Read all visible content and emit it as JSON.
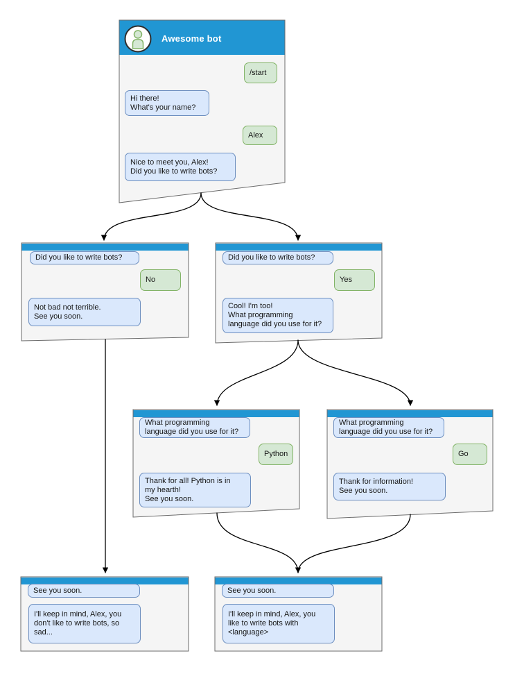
{
  "colors": {
    "header_blue": "#2196d3",
    "window_fill": "#f5f5f5",
    "window_border": "#6b6b6b",
    "bot_bubble_fill": "#dae8fc",
    "bot_bubble_border": "#6c8ebf",
    "user_bubble_fill": "#d5e8d4",
    "user_bubble_border": "#82b366",
    "connector": "#000000",
    "title_text": "#ffffff"
  },
  "icons": {
    "avatar": "person-icon"
  },
  "windows": [
    {
      "id": "start",
      "title": "Awesome bot",
      "messages": [
        {
          "from": "user",
          "text": "/start"
        },
        {
          "from": "bot",
          "text": "Hi there!\nWhat's your name?"
        },
        {
          "from": "user",
          "text": "Alex"
        },
        {
          "from": "bot",
          "text": "Nice to meet you, Alex!\nDid you like to write bots?"
        }
      ]
    },
    {
      "id": "branch-no",
      "messages": [
        {
          "from": "bot",
          "text": "Did you like to write bots?"
        },
        {
          "from": "user",
          "text": "No"
        },
        {
          "from": "bot",
          "text": "Not bad not terrible.\nSee you soon."
        }
      ]
    },
    {
      "id": "branch-yes",
      "messages": [
        {
          "from": "bot",
          "text": "Did you like to write bots?"
        },
        {
          "from": "user",
          "text": "Yes"
        },
        {
          "from": "bot",
          "text": "Cool! I'm too!\nWhat programming\nlanguage did you use for it?"
        }
      ]
    },
    {
      "id": "branch-python",
      "messages": [
        {
          "from": "bot",
          "text": "What programming\nlanguage did you use for it?"
        },
        {
          "from": "user",
          "text": "Python"
        },
        {
          "from": "bot",
          "text": "Thank for all! Python is in\nmy hearth!\nSee you soon."
        }
      ]
    },
    {
      "id": "branch-go",
      "messages": [
        {
          "from": "bot",
          "text": "What programming\nlanguage did you use for it?"
        },
        {
          "from": "user",
          "text": "Go"
        },
        {
          "from": "bot",
          "text": "Thank for information!\nSee you soon."
        }
      ]
    },
    {
      "id": "end-no",
      "messages": [
        {
          "from": "bot",
          "text": "See you soon."
        },
        {
          "from": "bot",
          "text": "I'll keep in mind, Alex, you\ndon't like to write bots, so\nsad..."
        }
      ]
    },
    {
      "id": "end-yes",
      "messages": [
        {
          "from": "bot",
          "text": "See you soon."
        },
        {
          "from": "bot",
          "text": "I'll keep in mind, Alex, you\nlike to write bots with\n<language>"
        }
      ]
    }
  ]
}
